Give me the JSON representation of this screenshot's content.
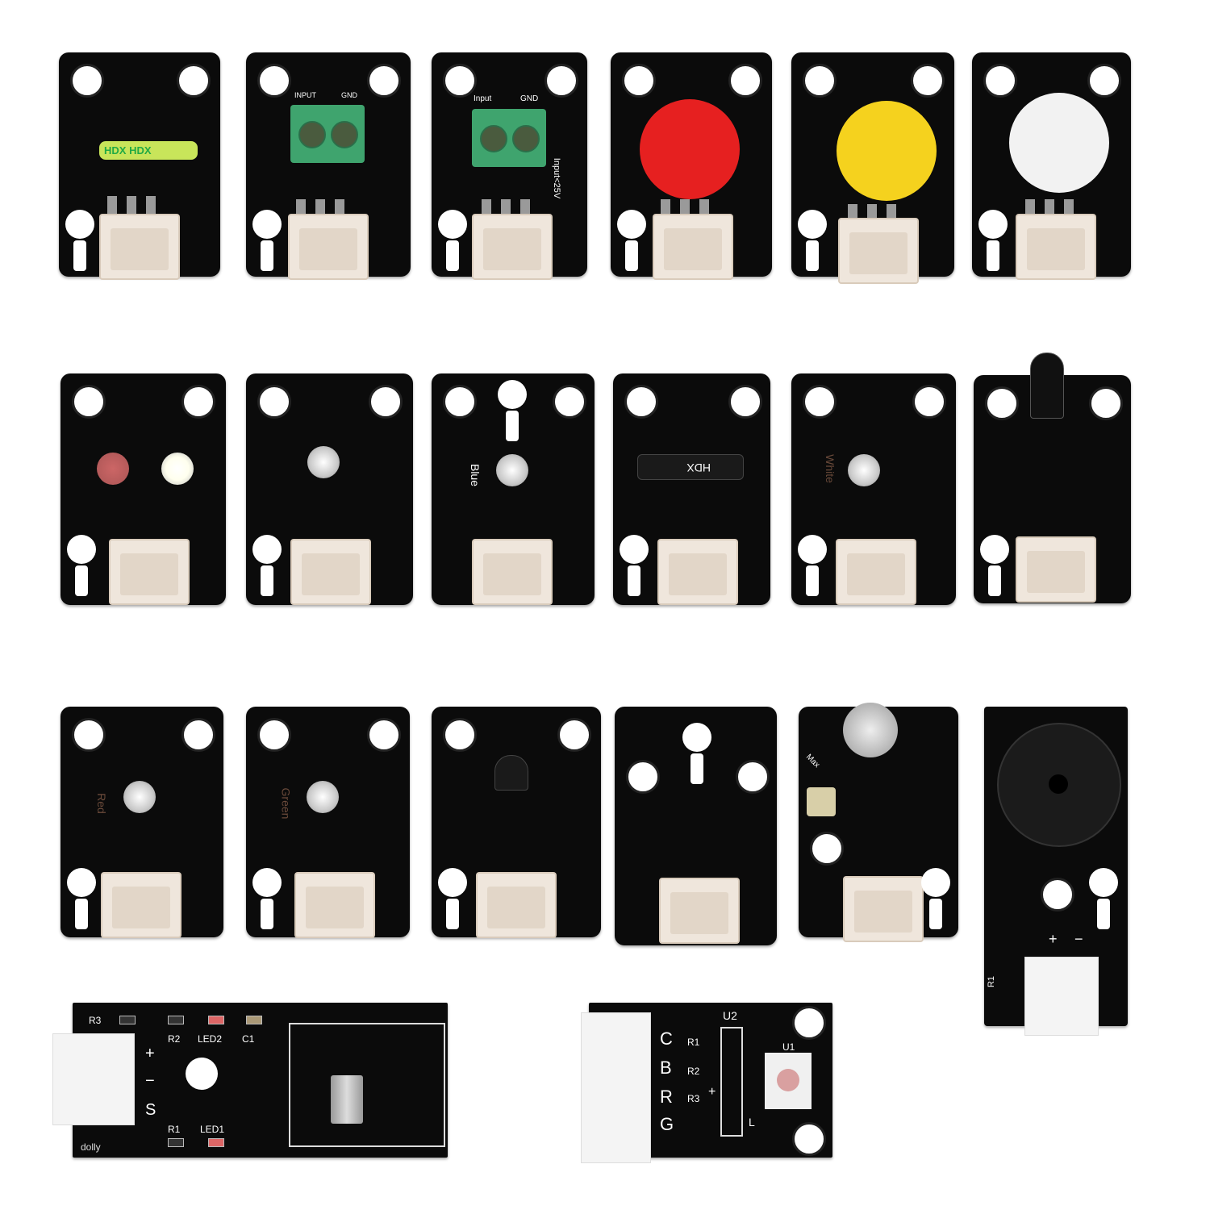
{
  "colors": {
    "board": "#0b0b0b",
    "button_red": "#e62020",
    "button_yellow": "#f5d21e",
    "button_white": "#f2f2f2",
    "terminal": "#3fa46e",
    "reed_tube": "#c8e55a"
  },
  "labels": {
    "hdx": "HDX",
    "hdx2": "HDX",
    "terminal_input_upper": "INPUT",
    "terminal_gnd_upper": "GND",
    "terminal_input": "Input",
    "terminal_gnd": "GND",
    "input_limit": "Input<25V",
    "blue": "Blue",
    "white": "White",
    "red": "Red",
    "green": "Green",
    "max": "Max",
    "hdx_tilt": "HDX"
  },
  "ir_board": {
    "r3": "R3",
    "r2": "R2",
    "led2": "LED2",
    "c1": "C1",
    "r1": "R1",
    "led1": "LED1",
    "plus": "+",
    "minus": "−",
    "s": "S",
    "brand": "dolly"
  },
  "rgb_board": {
    "u2": "U2",
    "u1": "U1",
    "r1": "R1",
    "r2": "R2",
    "r3": "R3",
    "c": "C",
    "b": "B",
    "r": "R",
    "g": "G",
    "plus": "+",
    "l": "L"
  },
  "buzzer_board": {
    "r1": "R1",
    "plus": "+",
    "minus": "−"
  }
}
